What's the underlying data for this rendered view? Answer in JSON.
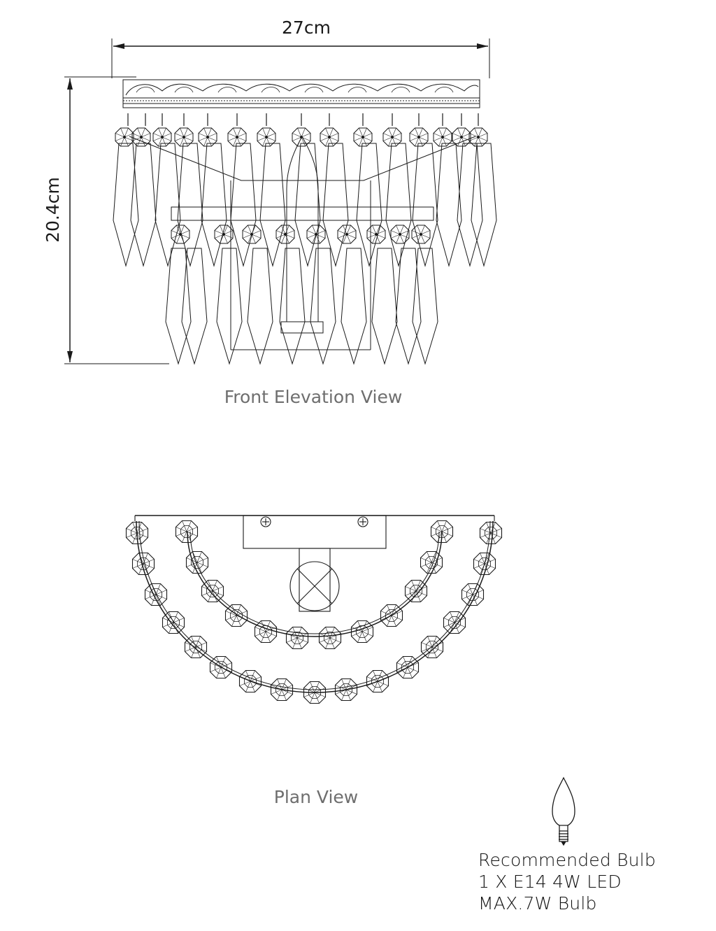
{
  "dimensions": {
    "width_label": "27cm",
    "height_label": "20.4cm"
  },
  "views": {
    "front_title": "Front Elevation View",
    "plan_title": "Plan View"
  },
  "bulb": {
    "icon": "candle-bulb-icon",
    "title": "Recommended Bulb",
    "spec": "1 X E14 4W LED",
    "max": "MAX.7W Bulb"
  },
  "colors": {
    "line": "#1a1a1a",
    "caption": "#6e6e6e"
  }
}
